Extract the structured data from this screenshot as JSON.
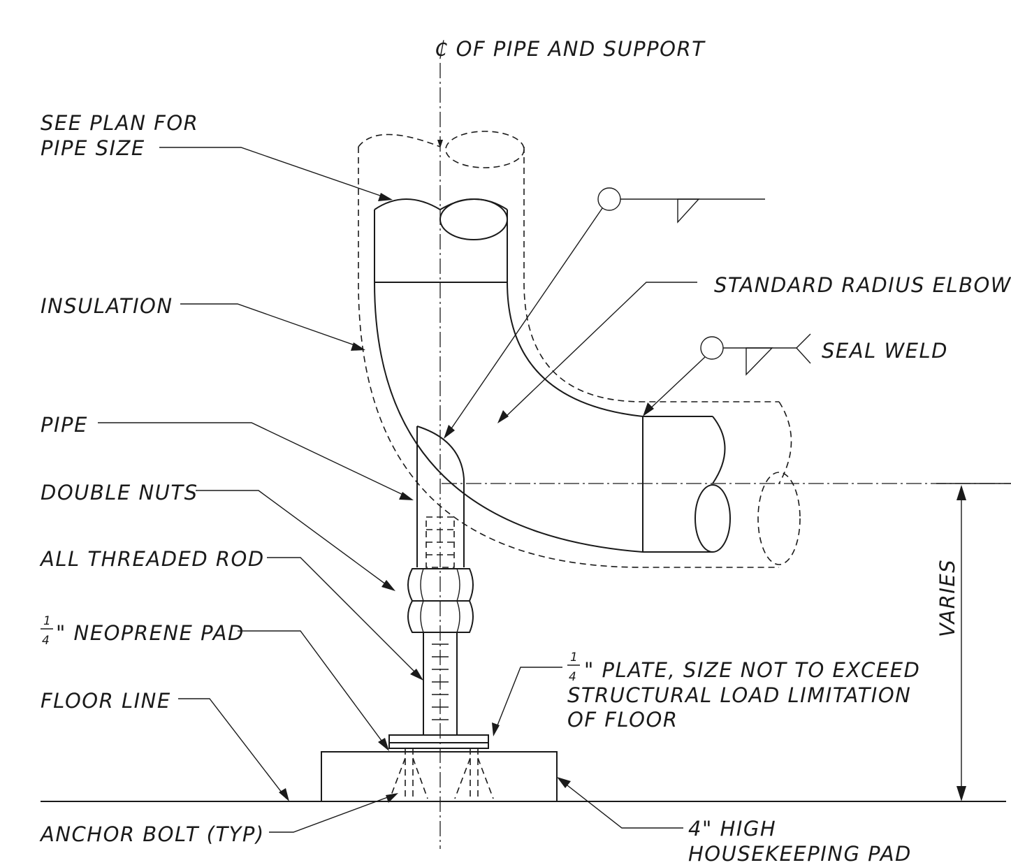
{
  "diagram": {
    "centerline_label": "₵ OF PIPE AND SUPPORT",
    "labels": {
      "pipe_size_line1": "SEE PLAN FOR",
      "pipe_size_line2": "PIPE SIZE",
      "insulation": "INSULATION",
      "pipe": "PIPE",
      "double_nuts": "DOUBLE NUTS",
      "threaded_rod": "ALL THREADED ROD",
      "neoprene_frac_num": "1",
      "neoprene_frac_den": "4",
      "neoprene_pad": "\" NEOPRENE PAD",
      "floor_line": "FLOOR LINE",
      "anchor_bolt": "ANCHOR BOLT (TYP)",
      "elbow": "STANDARD RADIUS ELBOW",
      "seal_weld": "SEAL WELD",
      "plate_frac_num": "1",
      "plate_frac_den": "4",
      "plate_line1": "\" PLATE,  SIZE NOT TO EXCEED",
      "plate_line2": "STRUCTURAL LOAD LIMITATION",
      "plate_line3": "OF FLOOR",
      "pad_line1": "4\" HIGH",
      "pad_line2": "HOUSEKEEPING PAD",
      "varies": "VARIES"
    },
    "icons": {
      "fillet_weld_symbol": "fillet-weld-triangle",
      "weld_all_around_symbol": "circle",
      "leader_arrow": "filled-arrowhead"
    }
  }
}
